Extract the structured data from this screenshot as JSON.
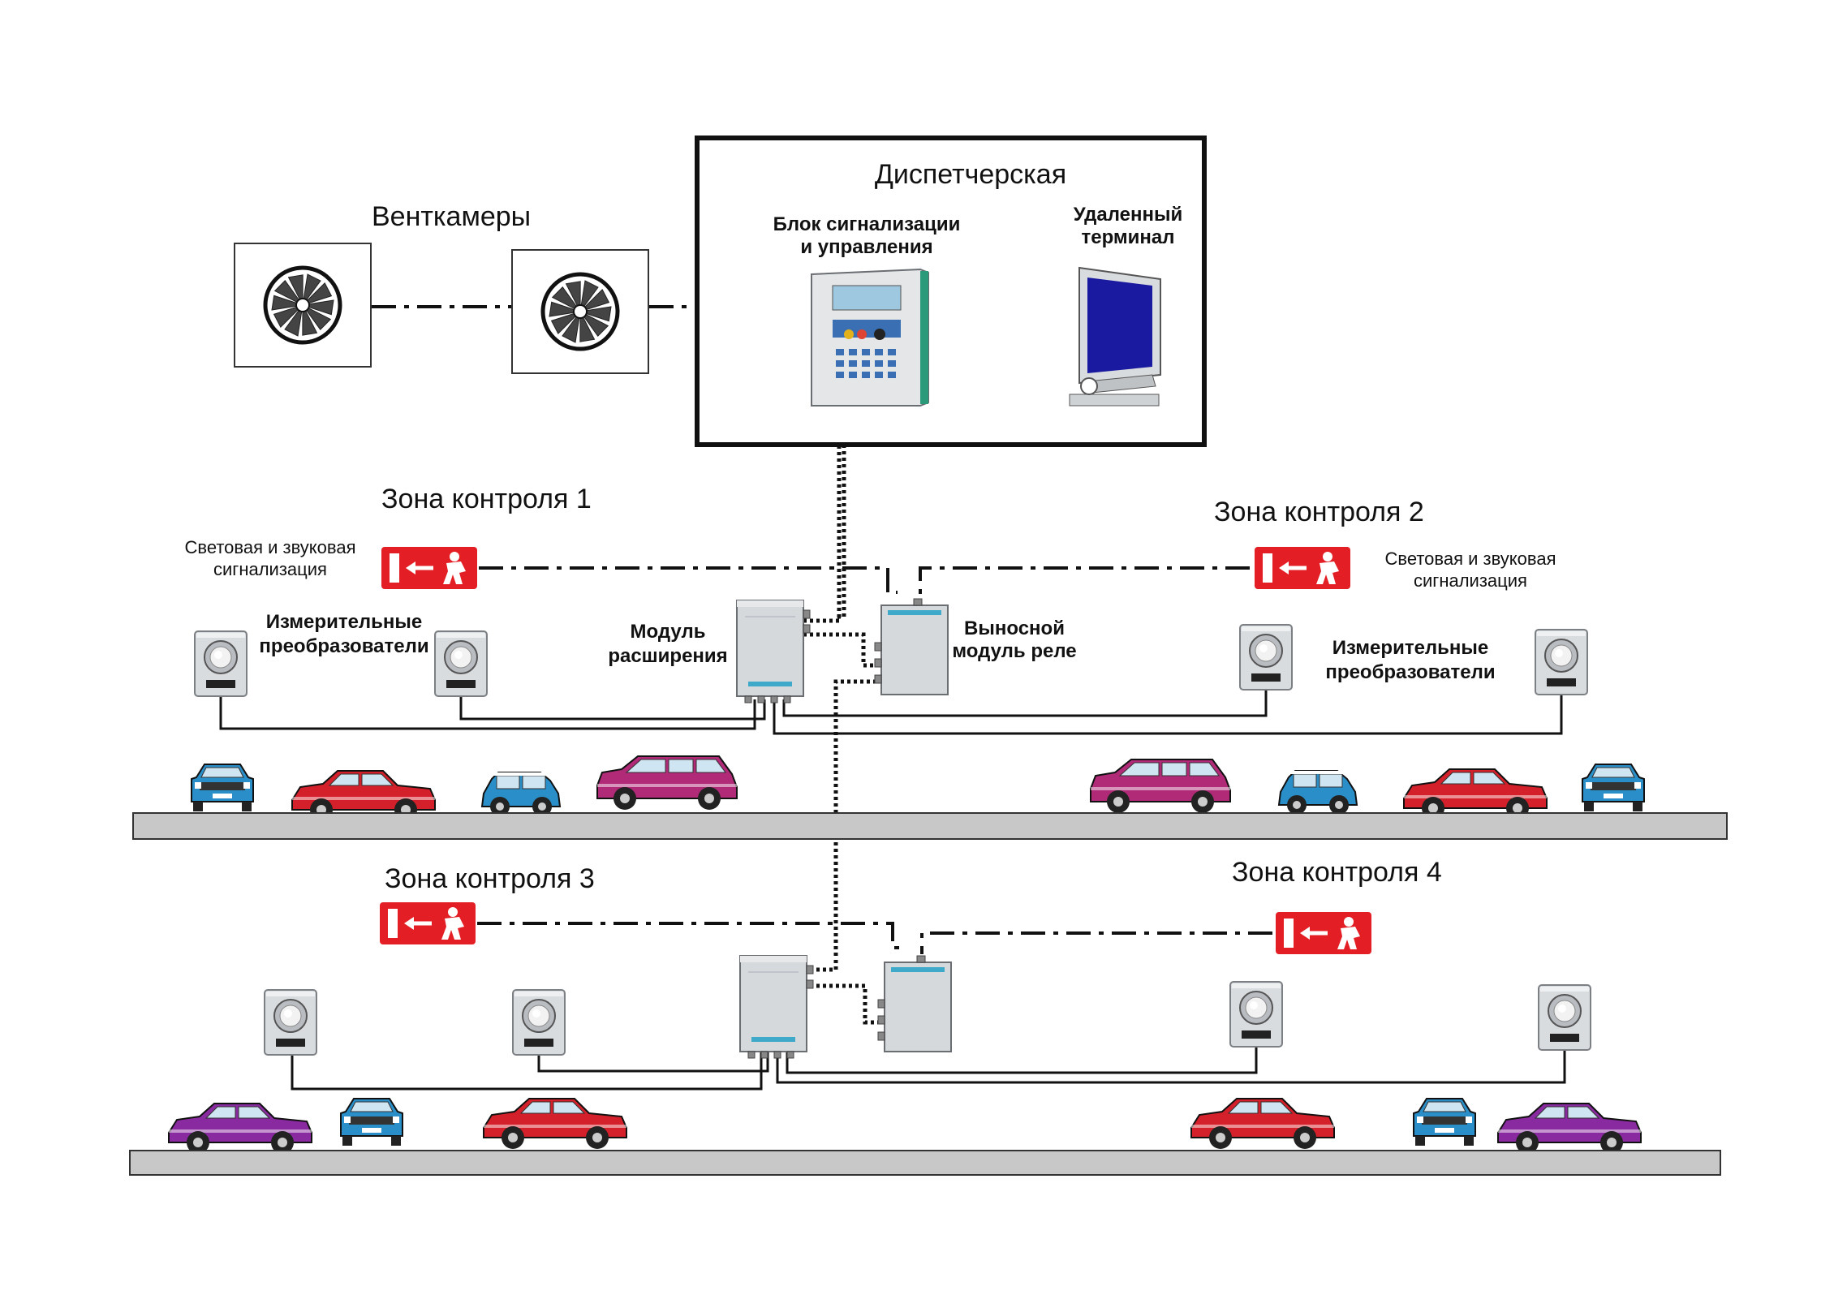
{
  "control_room": {
    "title": "Диспетчерская",
    "control_unit_label_1": "Блок сигнализации",
    "control_unit_label_2": "и управления",
    "terminal_label_1": "Удаленный",
    "terminal_label_2": "терминал"
  },
  "ventilation": {
    "label": "Венткамеры"
  },
  "zone1": {
    "title": "Зона контроля 1",
    "alarm_label_1": "Световая и звуковая",
    "alarm_label_2": "сигнализация",
    "sensors_label_1": "Измерительные",
    "sensors_label_2": "преобразователи"
  },
  "zone2": {
    "title": "Зона контроля 2",
    "alarm_label_1": "Световая и звуковая",
    "alarm_label_2": "сигнализация",
    "sensors_label_1": "Измерительные",
    "sensors_label_2": "преобразователи"
  },
  "zone3": {
    "title": "Зона контроля 3"
  },
  "zone4": {
    "title": "Зона контроля 4"
  },
  "modules": {
    "expansion_label_1": "Модуль",
    "expansion_label_2": "расширения",
    "relay_label_1": "Выносной",
    "relay_label_2": "модуль реле"
  },
  "colors": {
    "sign_red": "#e31e24",
    "car_blue": "#2a8fc9",
    "car_red": "#d4202a",
    "car_magenta": "#b02a78",
    "car_violet": "#8a2aa0",
    "screen_blue": "#1a1aa0"
  },
  "icons": [
    "fan-icon",
    "exit-sign-icon",
    "sensor-icon",
    "monitor-icon",
    "control-panel-icon",
    "car-icon"
  ]
}
